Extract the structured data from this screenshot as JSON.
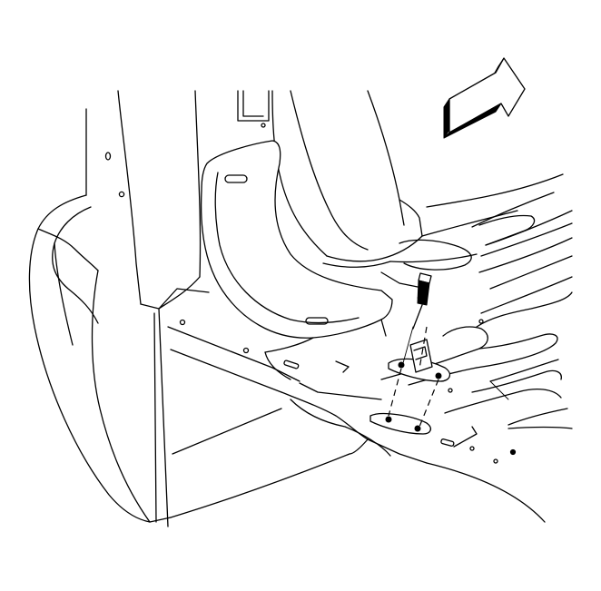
{
  "figure": {
    "kind": "technical line illustration",
    "colors": {
      "line": "#000000",
      "background": "#ffffff"
    },
    "parts": [
      {
        "id": "direction-arrow",
        "icon": "forward-direction-arrow-icon"
      },
      {
        "id": "bolt",
        "icon": "bolt-icon"
      },
      {
        "id": "anchor-bracket",
        "icon": "bracket-icon"
      }
    ]
  }
}
